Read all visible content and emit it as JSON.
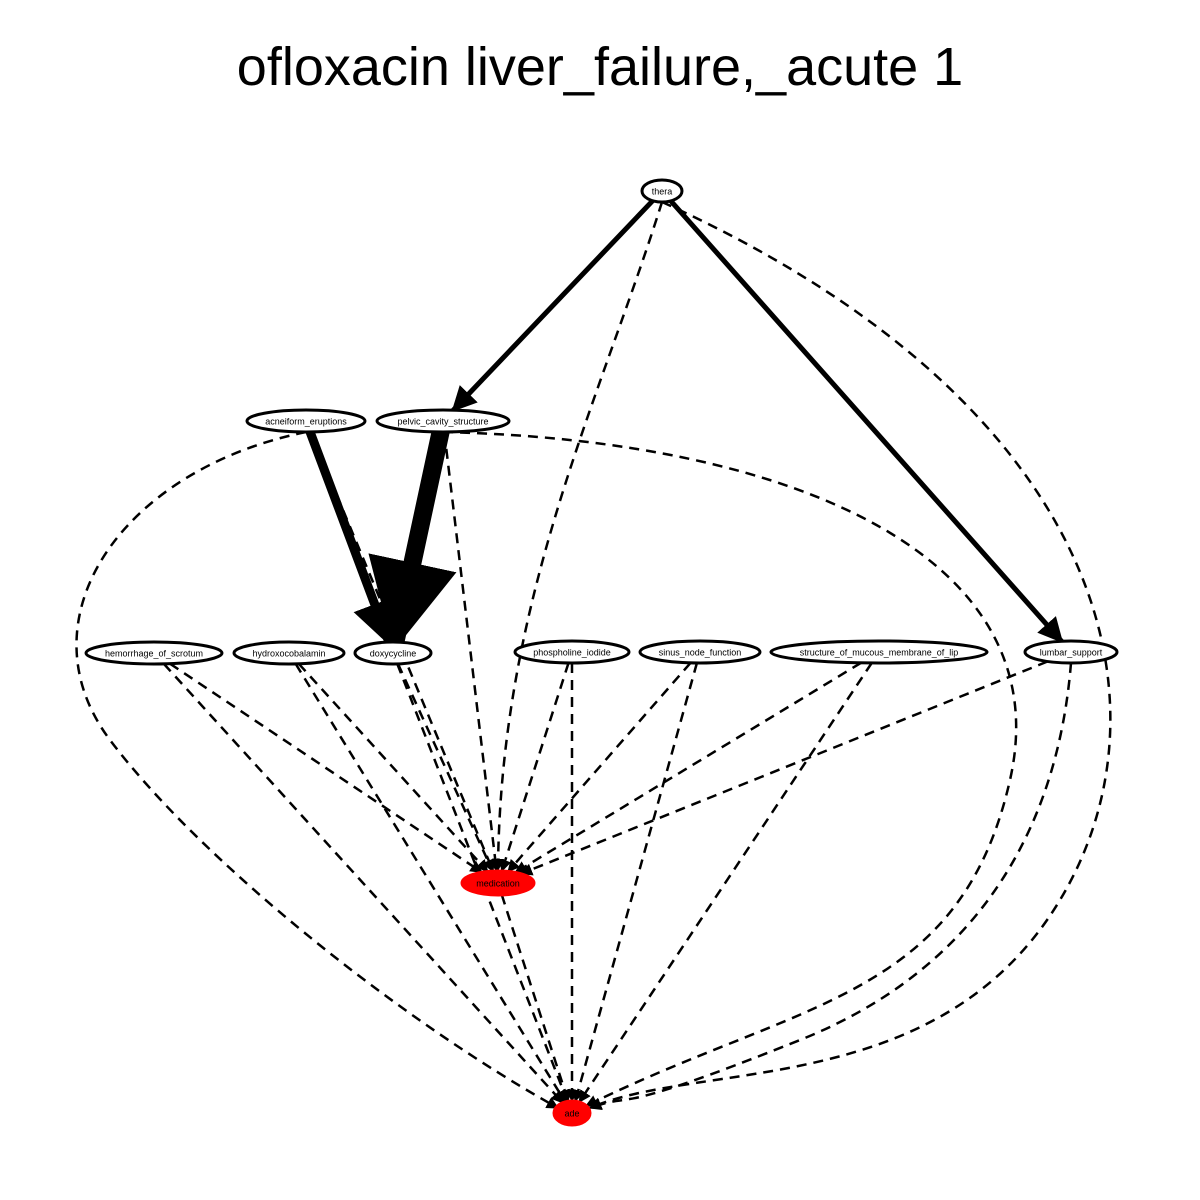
{
  "title": "ofloxacin liver_failure,_acute 1",
  "colors": {
    "highlight": "#ff0000",
    "stroke": "#000000",
    "node_fill": "#ffffff"
  },
  "nodes": [
    {
      "id": "thera",
      "label": "thera",
      "highlight": false
    },
    {
      "id": "acneiform_eruptions",
      "label": "acneiform_eruptions",
      "highlight": false
    },
    {
      "id": "pelvic_cavity_structure",
      "label": "pelvic_cavity_structure",
      "highlight": false
    },
    {
      "id": "hemorrhage_of_scrotum",
      "label": "hemorrhage_of_scrotum",
      "highlight": false
    },
    {
      "id": "hydroxocobalamin",
      "label": "hydroxocobalamin",
      "highlight": false
    },
    {
      "id": "doxycycline",
      "label": "doxycycline",
      "highlight": false
    },
    {
      "id": "phospholine_iodide",
      "label": "phospholine_iodide",
      "highlight": false
    },
    {
      "id": "sinus_node_function",
      "label": "sinus_node_function",
      "highlight": false
    },
    {
      "id": "structure_of_mucous_membrane_of_lip",
      "label": "structure_of_mucous_membrane_of_lip",
      "highlight": false
    },
    {
      "id": "lumbar_support",
      "label": "lumbar_support",
      "highlight": false
    },
    {
      "id": "medication",
      "label": "medication",
      "highlight": true
    },
    {
      "id": "ade",
      "label": "ade",
      "highlight": true
    }
  ],
  "edges": [
    {
      "from": "thera",
      "to": "pelvic_cavity_structure",
      "style": "solid",
      "weight": 2
    },
    {
      "from": "thera",
      "to": "lumbar_support",
      "style": "solid",
      "weight": 2
    },
    {
      "from": "acneiform_eruptions",
      "to": "doxycycline",
      "style": "solid",
      "weight": 4
    },
    {
      "from": "pelvic_cavity_structure",
      "to": "doxycycline",
      "style": "solid",
      "weight": 8
    },
    {
      "from": "thera",
      "to": "medication",
      "style": "dashed",
      "weight": 1
    },
    {
      "from": "thera",
      "to": "ade",
      "style": "dashed",
      "weight": 1
    },
    {
      "from": "acneiform_eruptions",
      "to": "medication",
      "style": "dashed",
      "weight": 1
    },
    {
      "from": "acneiform_eruptions",
      "to": "ade",
      "style": "dashed",
      "weight": 1
    },
    {
      "from": "pelvic_cavity_structure",
      "to": "medication",
      "style": "dashed",
      "weight": 1
    },
    {
      "from": "pelvic_cavity_structure",
      "to": "ade",
      "style": "dashed",
      "weight": 1
    },
    {
      "from": "hemorrhage_of_scrotum",
      "to": "medication",
      "style": "dashed",
      "weight": 1
    },
    {
      "from": "hemorrhage_of_scrotum",
      "to": "ade",
      "style": "dashed",
      "weight": 1
    },
    {
      "from": "hydroxocobalamin",
      "to": "medication",
      "style": "dashed",
      "weight": 1
    },
    {
      "from": "hydroxocobalamin",
      "to": "ade",
      "style": "dashed",
      "weight": 1
    },
    {
      "from": "doxycycline",
      "to": "medication",
      "style": "dashed",
      "weight": 1
    },
    {
      "from": "doxycycline",
      "to": "ade",
      "style": "dashed",
      "weight": 1
    },
    {
      "from": "phospholine_iodide",
      "to": "medication",
      "style": "dashed",
      "weight": 1
    },
    {
      "from": "phospholine_iodide",
      "to": "ade",
      "style": "dashed",
      "weight": 1
    },
    {
      "from": "sinus_node_function",
      "to": "medication",
      "style": "dashed",
      "weight": 1
    },
    {
      "from": "sinus_node_function",
      "to": "ade",
      "style": "dashed",
      "weight": 1
    },
    {
      "from": "structure_of_mucous_membrane_of_lip",
      "to": "medication",
      "style": "dashed",
      "weight": 1
    },
    {
      "from": "structure_of_mucous_membrane_of_lip",
      "to": "ade",
      "style": "dashed",
      "weight": 1
    },
    {
      "from": "lumbar_support",
      "to": "medication",
      "style": "dashed",
      "weight": 1
    },
    {
      "from": "lumbar_support",
      "to": "ade",
      "style": "dashed",
      "weight": 1
    },
    {
      "from": "medication",
      "to": "ade",
      "style": "dashed",
      "weight": 1
    }
  ]
}
